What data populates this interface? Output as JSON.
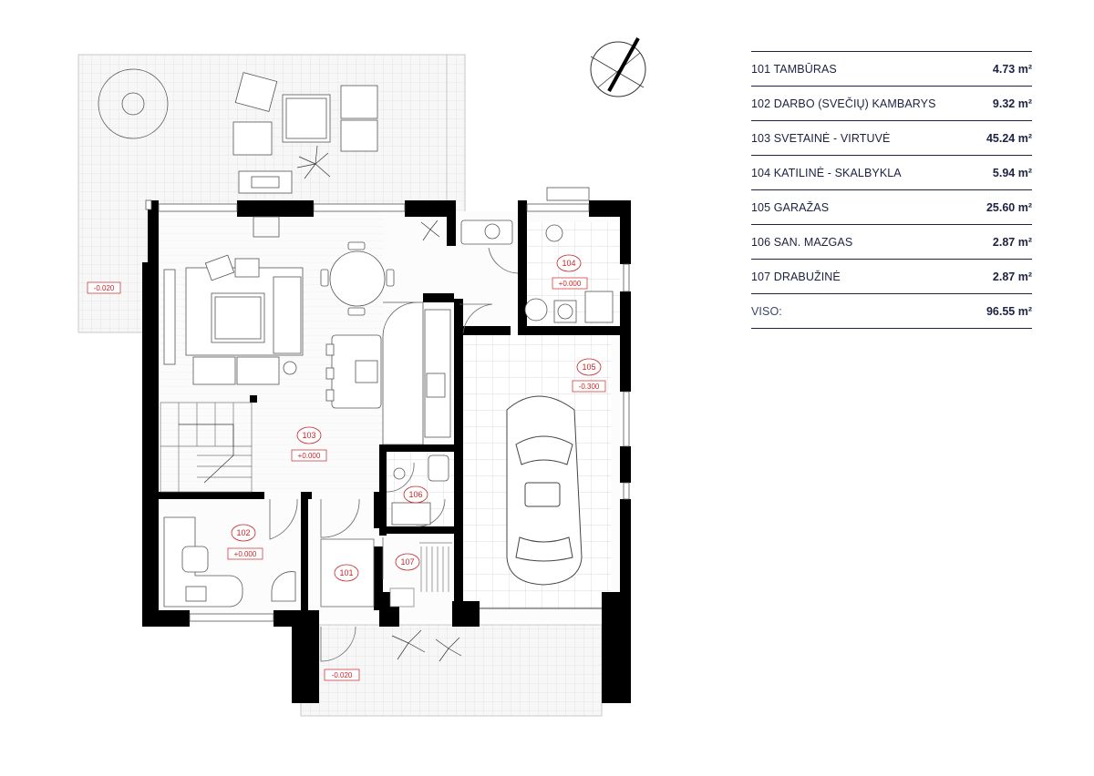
{
  "rooms": [
    {
      "name": "101 TAMBŪRAS",
      "area": "4.73",
      "unit": "m²"
    },
    {
      "name": "102 DARBO (SVEČIŲ) KAMBARYS",
      "area": "9.32",
      "unit": "m²"
    },
    {
      "name": "103 SVETAINĖ - VIRTUVĖ",
      "area": "45.24",
      "unit": "m²"
    },
    {
      "name": "104 KATILINĖ - SKALBYKLA",
      "area": "5.94",
      "unit": "m²"
    },
    {
      "name": "105 GARAŽAS",
      "area": "25.60",
      "unit": "m²"
    },
    {
      "name": "106 SAN. MAZGAS",
      "area": "2.87",
      "unit": "m²"
    },
    {
      "name": "107 DRABUŽINĖ",
      "area": "2.87",
      "unit": "m²"
    }
  ],
  "total": {
    "name": "VISO:",
    "area": "96.55",
    "unit": "m²"
  },
  "plan": {
    "room_tags": {
      "r101": "101",
      "r102": "102",
      "r103": "103",
      "r104": "104",
      "r105": "105",
      "r106": "106",
      "r107": "107"
    },
    "levels": {
      "r102": "+0.000",
      "r103": "+0.000",
      "r104": "+0.000",
      "r105": "-0.300",
      "terrace": "-0.020",
      "entrance": "-0.020"
    }
  },
  "colors": {
    "text": "#1c2240",
    "accent": "#c8242a",
    "wall": "#000000"
  }
}
